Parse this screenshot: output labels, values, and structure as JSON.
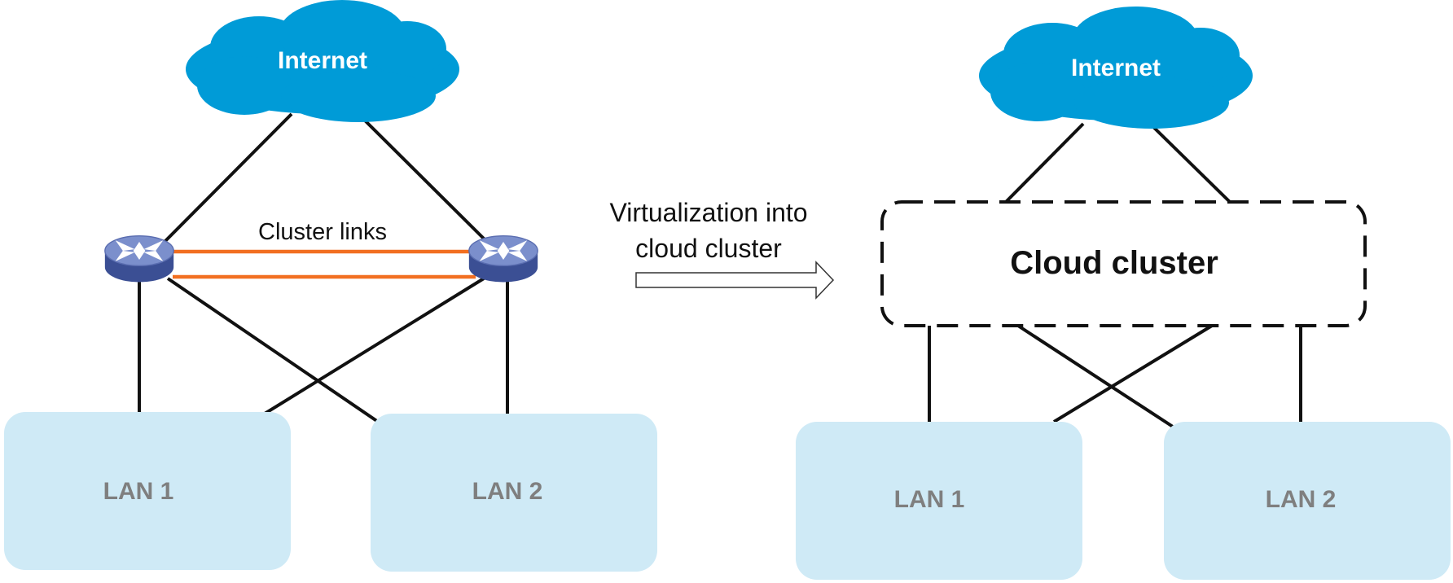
{
  "left": {
    "internet_label": "Internet",
    "cluster_links_label": "Cluster links",
    "lan1_label": "LAN 1",
    "lan2_label": "LAN 2"
  },
  "transition": {
    "line1": "Virtualization into",
    "line2": "cloud cluster"
  },
  "right": {
    "internet_label": "Internet",
    "cloud_cluster_label": "Cloud cluster",
    "lan1_label": "LAN 1",
    "lan2_label": "LAN 2"
  },
  "colors": {
    "cloud": "#009bd7",
    "lan_box": "#cfeaf6",
    "lan_text": "#7f7f7f",
    "cluster_link": "#f26f21",
    "switch_top": "#7b8fcc",
    "switch_body": "#3b4f94"
  }
}
